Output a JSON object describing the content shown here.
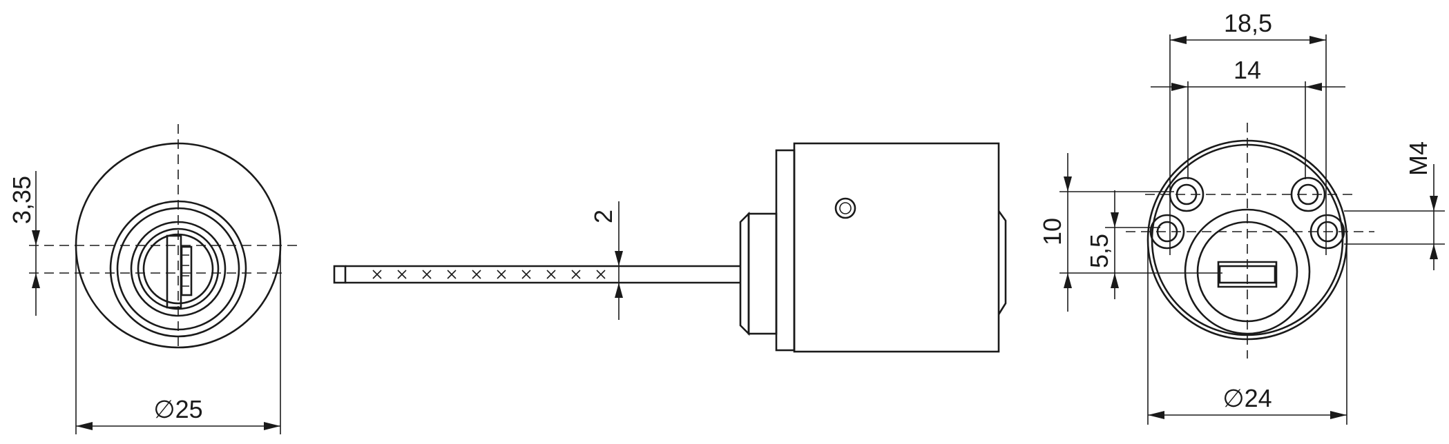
{
  "dimensions": {
    "left_offset": "3,35",
    "left_diameter": "25",
    "cam_thickness": "2",
    "width_outer": "18,5",
    "width_inner": "14",
    "thread": "M4",
    "height_outer": "10",
    "height_inner": "5,5",
    "right_diameter": "24"
  },
  "symbols": {
    "diameter": "∅"
  },
  "colors": {
    "line": "#1a1a1a",
    "background": "#ffffff"
  }
}
